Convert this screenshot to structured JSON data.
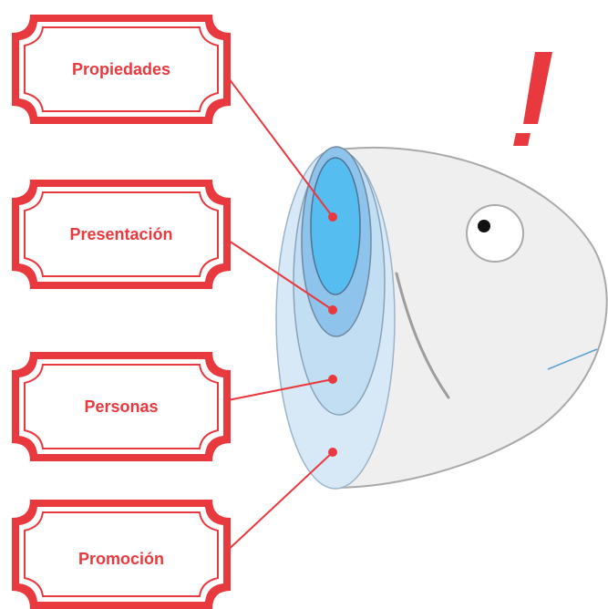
{
  "colors": {
    "accent": "#e8393f",
    "fish_body": "#efefef",
    "fish_outline": "#a9a9a9",
    "layer_outer": "#d7e9f7",
    "layer_second": "#c2def3",
    "layer_third": "#8ec4ec",
    "layer_inner": "#56bdf0",
    "line_blue": "#5a9fd4"
  },
  "exclamation": "!",
  "labels": [
    {
      "id": "propiedades",
      "text": "Propiedades"
    },
    {
      "id": "presentacion",
      "text": "Presentación"
    },
    {
      "id": "personas",
      "text": "Personas"
    },
    {
      "id": "promocion",
      "text": "Promoción"
    }
  ],
  "icons": [
    "fish-head-icon",
    "eye-icon",
    "exclamation-mark-icon"
  ]
}
